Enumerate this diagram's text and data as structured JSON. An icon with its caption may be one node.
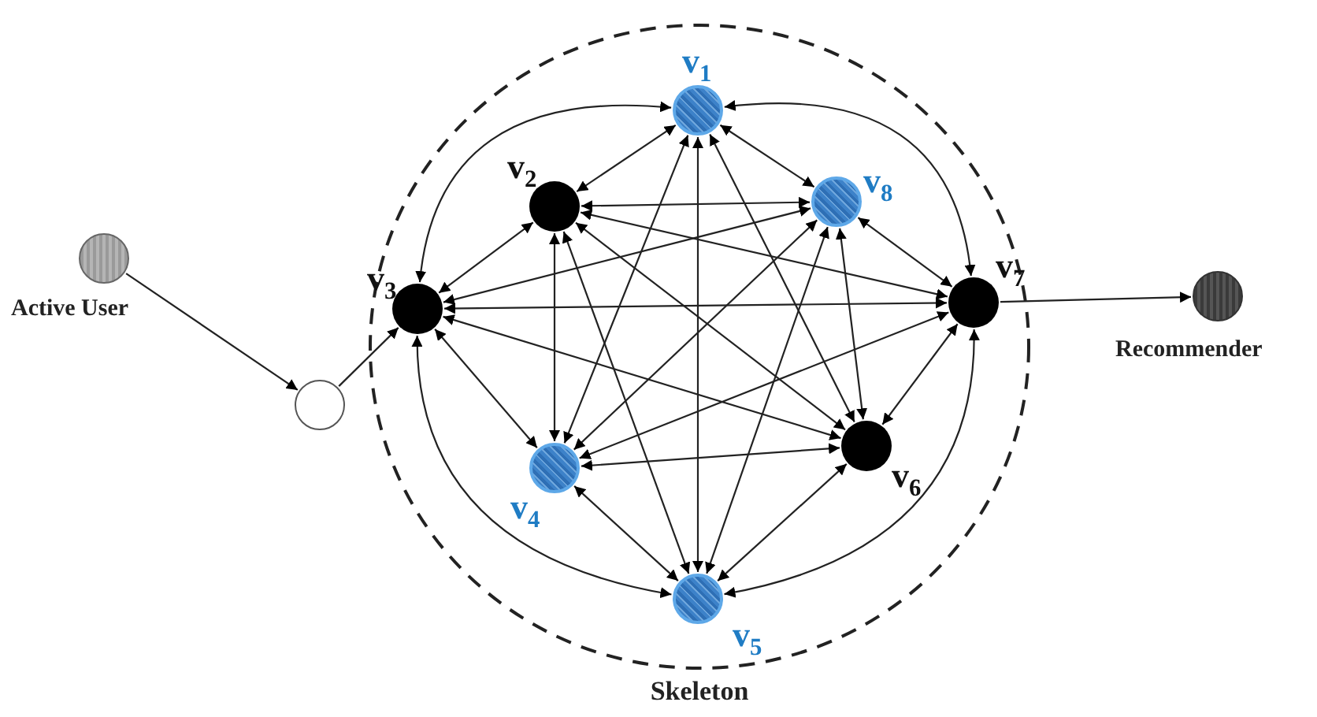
{
  "diagram": {
    "nodes": [
      {
        "text": [
          "Active User"
        ]
      },
      {
        "text": [],
        "shape": "circle"
      },
      {
        "text": [
          "Skeleton"
        ]
      },
      {
        "text": [
          "v$_{1}$"
        ],
        "in": 2
      },
      {
        "text": [
          "v$_{2}$"
        ],
        "in": 2
      },
      {
        "text": [
          "v$_{8}$"
        ],
        "in": 2
      },
      {
        "text": [
          "v$_{3}$"
        ],
        "in": 2
      },
      {
        "text": [
          "v$_{7}$"
        ],
        "in": 2
      },
      {
        "text": [
          "v$_{6}$"
        ],
        "in": 2
      },
      {
        "text": [
          "v$_{4}$"
        ],
        "in": 2
      },
      {
        "text": [
          "v$_{5}$"
        ],
        "in": 2
      },
      {
        "text": [
          "Recommender"
        ]
      }
    ],
    "edges": [
      {
        "from": 0,
        "to": 1,
        "arrow": "to"
      },
      {
        "from": 1,
        "to": 6,
        "arrow": "to"
      },
      {
        "from": 7,
        "to": 11,
        "arrow": "to"
      },
      {
        "from": 3,
        "to": 4,
        "arrow": "both"
      },
      {
        "from": 3,
        "to": 5,
        "arrow": "both"
      },
      {
        "from": 3,
        "to": 6,
        "arrow": "both"
      },
      {
        "from": 3,
        "to": 7,
        "arrow": "both"
      },
      {
        "from": 3,
        "to": 8,
        "arrow": "both"
      },
      {
        "from": 3,
        "to": 9,
        "arrow": "both"
      },
      {
        "from": 3,
        "to": 10,
        "arrow": "both"
      },
      {
        "from": 4,
        "to": 5,
        "arrow": "both"
      },
      {
        "from": 4,
        "to": 6,
        "arrow": "both"
      },
      {
        "from": 4,
        "to": 7,
        "arrow": "both"
      },
      {
        "from": 4,
        "to": 8,
        "arrow": "both"
      },
      {
        "from": 4,
        "to": 9,
        "arrow": "both"
      },
      {
        "from": 4,
        "to": 10,
        "arrow": "both"
      },
      {
        "from": 5,
        "to": 6,
        "arrow": "both"
      },
      {
        "from": 5,
        "to": 7,
        "arrow": "both"
      },
      {
        "from": 5,
        "to": 8,
        "arrow": "both"
      },
      {
        "from": 5,
        "to": 9,
        "arrow": "both"
      },
      {
        "from": 5,
        "to": 10,
        "arrow": "both"
      },
      {
        "from": 6,
        "to": 7,
        "arrow": "both"
      },
      {
        "from": 6,
        "to": 8,
        "arrow": "both"
      },
      {
        "from": 6,
        "to": 9,
        "arrow": "both"
      },
      {
        "from": 6,
        "to": 10,
        "arrow": "both"
      },
      {
        "from": 7,
        "to": 8,
        "arrow": "both"
      },
      {
        "from": 7,
        "to": 9,
        "arrow": "both"
      },
      {
        "from": 7,
        "to": 10,
        "arrow": "both"
      },
      {
        "from": 8,
        "to": 9,
        "arrow": "both"
      },
      {
        "from": 8,
        "to": 10,
        "arrow": "both"
      },
      {
        "from": 9,
        "to": 10,
        "arrow": "both"
      }
    ]
  }
}
